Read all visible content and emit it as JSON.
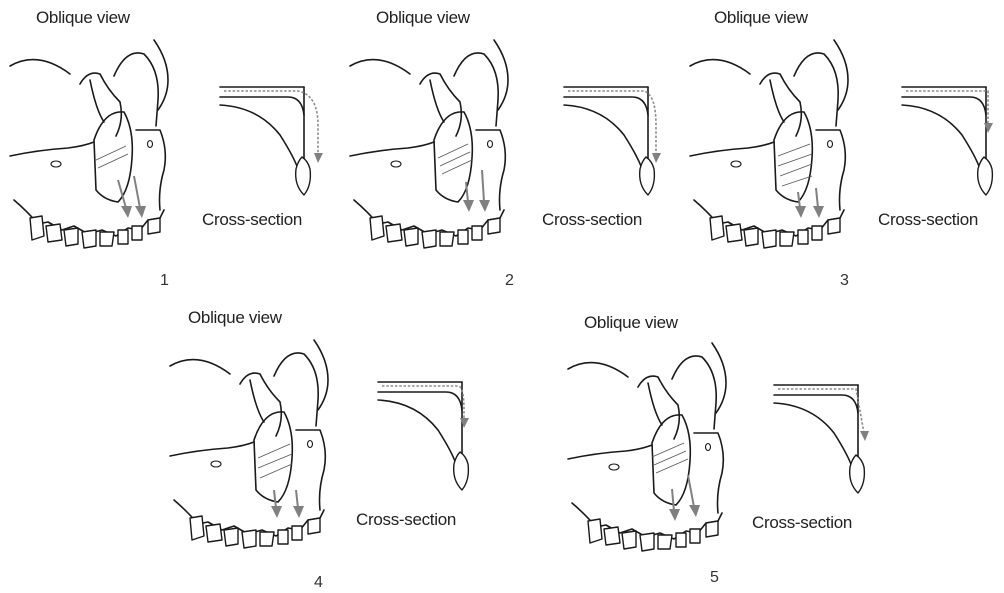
{
  "figure": {
    "oblique_label": "Oblique view",
    "cross_label": "Cross-section",
    "panels": [
      {
        "number": "1"
      },
      {
        "number": "2"
      },
      {
        "number": "3"
      },
      {
        "number": "4"
      },
      {
        "number": "5"
      }
    ]
  },
  "colors": {
    "line": "#1a1a1a",
    "arrow": "#808080"
  }
}
